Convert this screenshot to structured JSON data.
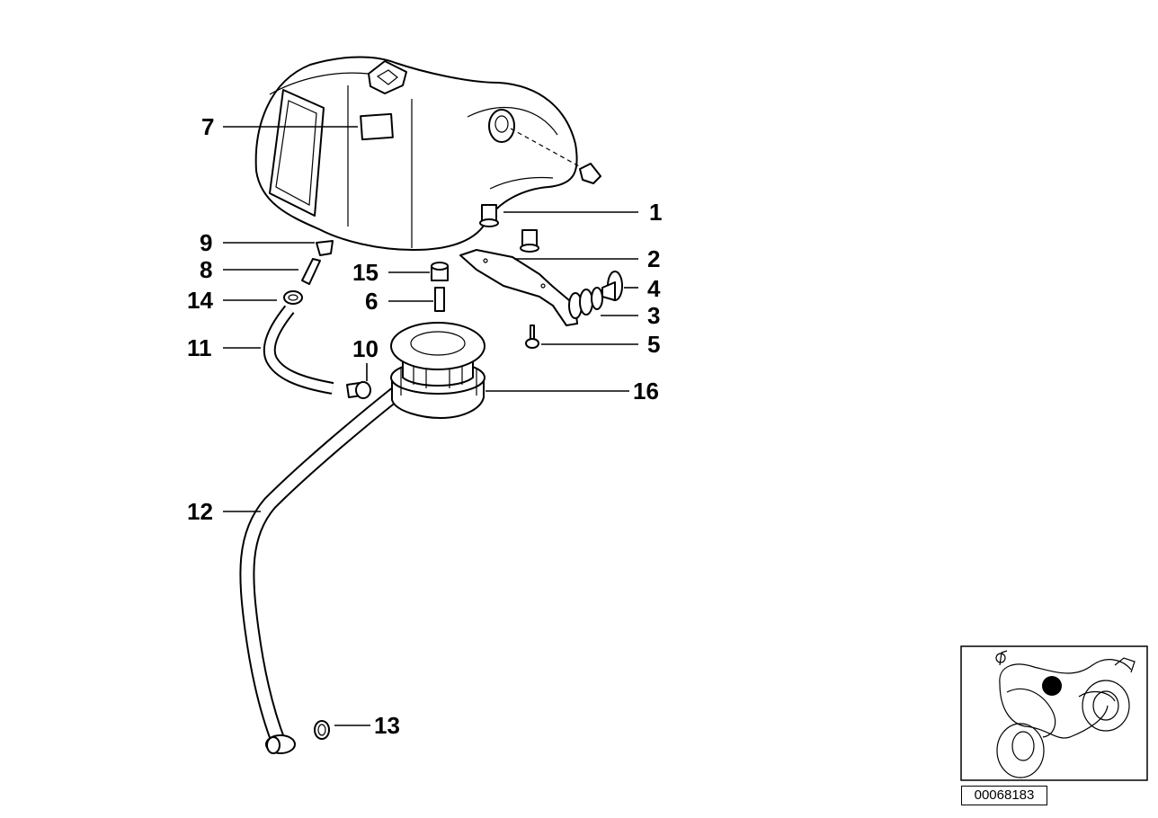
{
  "callouts": {
    "c1": "1",
    "c2": "2",
    "c3": "3",
    "c4": "4",
    "c5": "5",
    "c6": "6",
    "c7": "7",
    "c8": "8",
    "c9": "9",
    "c10": "10",
    "c11": "11",
    "c12": "12",
    "c13": "13",
    "c14": "14",
    "c15": "15",
    "c16": "16"
  },
  "diagram_number": "00068183",
  "colors": {
    "line": "#000000",
    "background": "#ffffff",
    "locator_dot": "#000000"
  }
}
